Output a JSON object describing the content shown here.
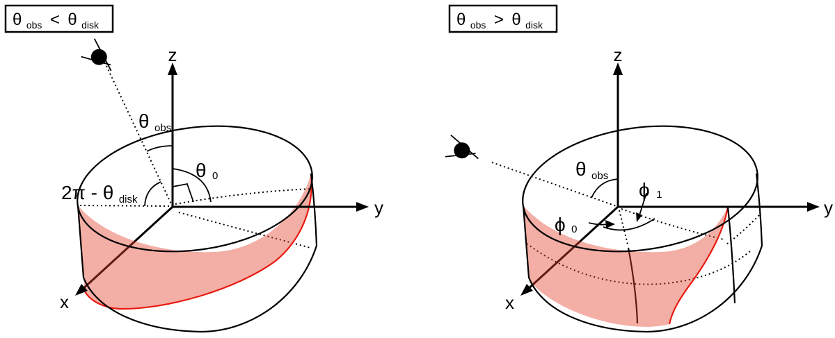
{
  "figure": {
    "left": {
      "condition": {
        "theta1": "θ",
        "sub1": "obs",
        "op": "<",
        "theta2": "θ",
        "sub2": "disk"
      },
      "axis_labels": {
        "x": "x",
        "y": "y",
        "z": "z"
      },
      "angle_labels": {
        "theta_obs": {
          "sym": "θ",
          "sub": "obs"
        },
        "theta_zero": {
          "sym": "θ",
          "sub": "0"
        },
        "two_pi_minus_theta_disk": {
          "text": "2π - θ",
          "sub": "disk"
        }
      }
    },
    "right": {
      "condition": {
        "theta1": "θ",
        "sub1": "obs",
        "op": ">",
        "theta2": "θ",
        "sub2": "disk"
      },
      "axis_labels": {
        "x": "x",
        "y": "y",
        "z": "z"
      },
      "angle_labels": {
        "theta_obs": {
          "sym": "θ",
          "sub": "obs"
        },
        "phi_zero": {
          "sym": "ϕ",
          "sub": "0"
        },
        "phi_one": {
          "sym": "ϕ",
          "sub": "1"
        }
      }
    },
    "colors": {
      "shade": "rgba(226,62,40,0.42)",
      "shade_border": "#e8190f",
      "line": "#000000"
    }
  }
}
